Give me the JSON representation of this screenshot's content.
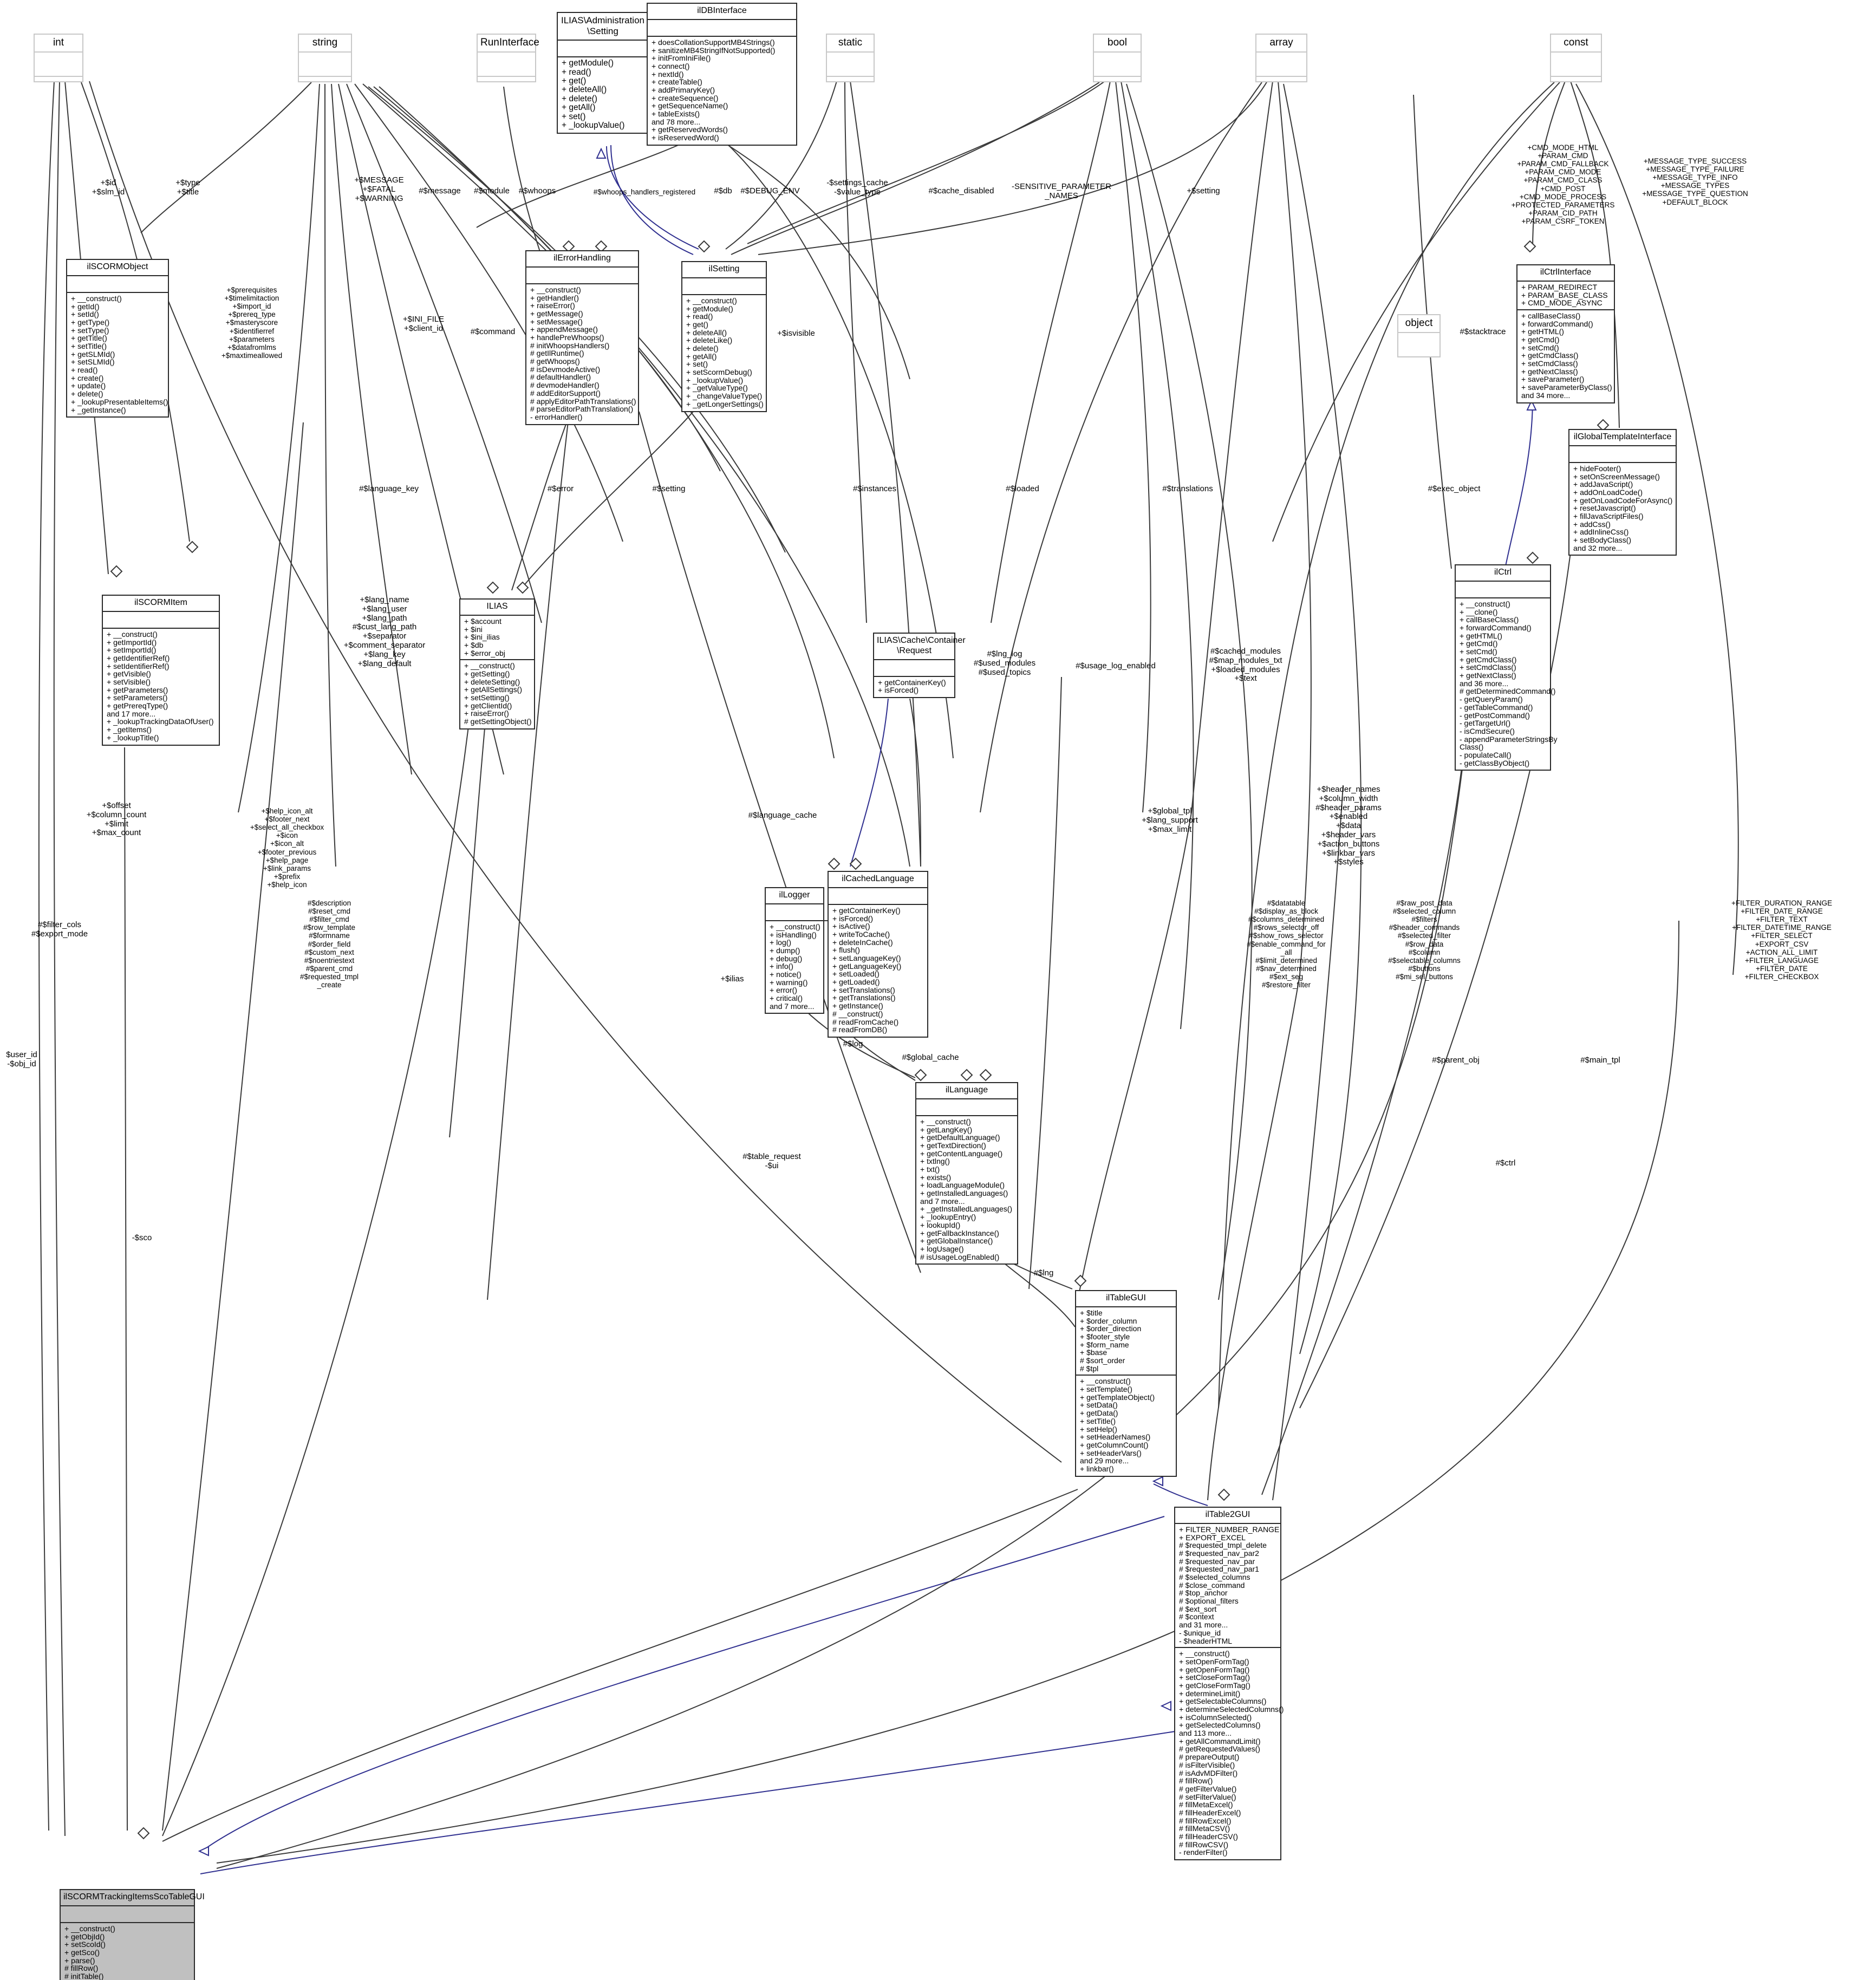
{
  "diagram": {
    "kind": "uml-class-collaboration-diagram",
    "root_class": "ilSCORMTrackingItemsScoTableGUI",
    "colors": {
      "box_border": "#2b2b2b",
      "primitive_box_border": "#c8c8c8",
      "root_fill": "#c0c0c0",
      "inheritance_edge": "#2f2f8f",
      "usage_edge": "#404040",
      "text": "#000000"
    }
  },
  "nodes": {
    "int": {
      "title": "int",
      "attrs": [],
      "ops": []
    },
    "string": {
      "title": "string",
      "attrs": [],
      "ops": []
    },
    "static": {
      "title": "static",
      "attrs": [],
      "ops": []
    },
    "bool": {
      "title": "bool",
      "attrs": [],
      "ops": []
    },
    "array": {
      "title": "array",
      "attrs": [],
      "ops": []
    },
    "const": {
      "title": "const",
      "attrs": [],
      "ops": []
    },
    "object": {
      "title": "object",
      "attrs": [],
      "ops": []
    },
    "runinterface": {
      "title": "RunInterface",
      "attrs": [],
      "ops": []
    },
    "ilias_admin_setting": {
      "title": "ILIAS\\Administration\n\\Setting",
      "attrs": [],
      "ops": [
        "+ getModule()",
        "+ read()",
        "+ get()",
        "+ deleteAll()",
        "+ delete()",
        "+ getAll()",
        "+ set()",
        "+ _lookupValue()"
      ]
    },
    "ildbinterface": {
      "title": "ilDBInterface",
      "attrs": [],
      "ops": [
        "+ doesCollationSupportMB4Strings()",
        "+ sanitizeMB4StringIfNotSupported()",
        "+ initFromIniFile()",
        "+ connect()",
        "+ nextId()",
        "+ createTable()",
        "+ addPrimaryKey()",
        "+ createSequence()",
        "+ getSequenceName()",
        "+ tableExists()",
        "and 78 more...",
        "+ getReservedWords()",
        "+ isReservedWord()"
      ]
    },
    "ilerrorhandling": {
      "title": "ilErrorHandling",
      "attrs": [],
      "ops": [
        "+ __construct()",
        "+ getHandler()",
        "+ raiseError()",
        "+ getMessage()",
        "+ setMessage()",
        "+ appendMessage()",
        "+ handlePreWhoops()",
        "# initWhoopsHandlers()",
        "# getIlRuntime()",
        "# getWhoops()",
        "# isDevmodeActive()",
        "# defaultHandler()",
        "# devmodeHandler()",
        "# addEditorSupport()",
        "# applyEditorPathTranslations()",
        "# parseEditorPathTranslation()",
        "- errorHandler()"
      ]
    },
    "ilsetting": {
      "title": "ilSetting",
      "attrs": [],
      "ops": [
        "+ __construct()",
        "+ getModule()",
        "+ read()",
        "+ get()",
        "+ deleteAll()",
        "+ deleteLike()",
        "+ delete()",
        "+ getAll()",
        "+ set()",
        "+ setScormDebug()",
        "+ _lookupValue()",
        "+ _getValueType()",
        "+ _changeValueType()",
        "+ _getLongerSettings()"
      ]
    },
    "ilscormobject": {
      "title": "ilSCORMObject",
      "attrs": [],
      "ops": [
        "+ __construct()",
        "+ getId()",
        "+ setId()",
        "+ getType()",
        "+ setType()",
        "+ getTitle()",
        "+ setTitle()",
        "+ getSLMId()",
        "+ setSLMId()",
        "+ read()",
        "+ create()",
        "+ update()",
        "+ delete()",
        "+ _lookupPresentableItems()",
        "+ _getInstance()"
      ]
    },
    "ilscormitem": {
      "title": "ilSCORMItem",
      "attrs": [],
      "ops": [
        "+ __construct()",
        "+ getImportId()",
        "+ setImportId()",
        "+ getIdentifierRef()",
        "+ setIdentifierRef()",
        "+ getVisible()",
        "+ setVisible()",
        "+ getParameters()",
        "+ setParameters()",
        "+ getPrereqType()",
        "and 17 more...",
        "+ _lookupTrackingDataOfUser()",
        "+ _getItems()",
        "+ _lookupTitle()"
      ]
    },
    "ilias": {
      "title": "ILIAS",
      "attrs": [
        "+ $account",
        "+ $ini",
        "+ $ini_ilias",
        "+ $db",
        "+ $error_obj"
      ],
      "ops": [
        "+ __construct()",
        "+ getSetting()",
        "+ deleteSetting()",
        "+ getAllSettings()",
        "+ setSetting()",
        "+ getClientId()",
        "+ raiseError()",
        "# getSettingObject()"
      ]
    },
    "ilias_cache_container_request": {
      "title": "ILIAS\\Cache\\Container\n\\Request",
      "attrs": [],
      "ops": [
        "+ getContainerKey()",
        "+ isForced()"
      ]
    },
    "ilctrlinterface": {
      "title": "ilCtrlInterface",
      "attrs": [
        "+ PARAM_REDIRECT",
        "+ PARAM_BASE_CLASS",
        "+ CMD_MODE_ASYNC"
      ],
      "ops": [
        "+ callBaseClass()",
        "+ forwardCommand()",
        "+ getHTML()",
        "+ getCmd()",
        "+ setCmd()",
        "+ getCmdClass()",
        "+ setCmdClass()",
        "+ getNextClass()",
        "+ saveParameter()",
        "+ saveParameterByClass()",
        "and 34 more..."
      ]
    },
    "ilglobaltemplateinterface": {
      "title": "ilGlobalTemplateInterface",
      "attrs": [],
      "ops": [
        "+ hideFooter()",
        "+ setOnScreenMessage()",
        "+ addJavaScript()",
        "+ addOnLoadCode()",
        "+ getOnLoadCodeForAsync()",
        "+ resetJavascript()",
        "+ fillJavaScriptFiles()",
        "+ addCss()",
        "+ addInlineCss()",
        "+ setBodyClass()",
        "and 32 more..."
      ]
    },
    "ilctrl": {
      "title": "ilCtrl",
      "attrs": [],
      "ops": [
        "+ __construct()",
        "+ __clone()",
        "+ callBaseClass()",
        "+ forwardCommand()",
        "+ getHTML()",
        "+ getCmd()",
        "+ setCmd()",
        "+ getCmdClass()",
        "+ setCmdClass()",
        "+ getNextClass()",
        "and 36 more...",
        "# getDeterminedCommand()",
        "- getQueryParam()",
        "- getTableCommand()",
        "- getPostCommand()",
        "- getTargetUrl()",
        "- isCmdSecure()",
        "- appendParameterStringsBy",
        "Class()",
        "- populateCall()",
        "- getClassByObject()"
      ]
    },
    "illogger": {
      "title": "ilLogger",
      "attrs": [],
      "ops": [
        "+ __construct()",
        "+ isHandling()",
        "+ log()",
        "+ dump()",
        "+ debug()",
        "+ info()",
        "+ notice()",
        "+ warning()",
        "+ error()",
        "+ critical()",
        "and 7 more..."
      ]
    },
    "ilcachedlanguage": {
      "title": "ilCachedLanguage",
      "attrs": [],
      "ops": [
        "+ getContainerKey()",
        "+ isForced()",
        "+ isActive()",
        "+ writeToCache()",
        "+ deleteInCache()",
        "+ flush()",
        "+ setLanguageKey()",
        "+ getLanguageKey()",
        "+ setLoaded()",
        "+ getLoaded()",
        "+ setTranslations()",
        "+ getTranslations()",
        "+ getInstance()",
        "# __construct()",
        "# readFromCache()",
        "# readFromDB()"
      ]
    },
    "illanguage": {
      "title": "ilLanguage",
      "attrs": [],
      "ops": [
        "+ __construct()",
        "+ getLangKey()",
        "+ getDefaultLanguage()",
        "+ getTextDirection()",
        "+ getContentLanguage()",
        "+ txtlng()",
        "+ txt()",
        "+ exists()",
        "+ loadLanguageModule()",
        "+ getInstalledLanguages()",
        "and 7 more...",
        "+ _getInstalledLanguages()",
        "+ _lookupEntry()",
        "+ lookupId()",
        "+ getFallbackInstance()",
        "+ getGlobalInstance()",
        "+ logUsage()",
        "# isUsageLogEnabled()"
      ]
    },
    "iltablegui": {
      "title": "ilTableGUI",
      "attrs": [
        "+ $title",
        "+ $order_column",
        "+ $order_direction",
        "+ $footer_style",
        "+ $form_name",
        "+ $base",
        "# $sort_order",
        "# $tpl"
      ],
      "ops": [
        "+ __construct()",
        "+ setTemplate()",
        "+ getTemplateObject()",
        "+ setData()",
        "+ getData()",
        "+ setTitle()",
        "+ setHelp()",
        "+ setHeaderNames()",
        "+ getColumnCount()",
        "+ setHeaderVars()",
        "and 29 more...",
        "+ linkbar()"
      ]
    },
    "iltable2gui": {
      "title": "ilTable2GUI",
      "attrs": [
        "+ FILTER_NUMBER_RANGE",
        "+ EXPORT_EXCEL",
        "# $requested_tmpl_delete",
        "# $requested_nav_par2",
        "# $requested_nav_par",
        "# $requested_nav_par1",
        "# $selected_columns",
        "# $close_command",
        "# $top_anchor",
        "# $optional_filters",
        "# $ext_sort",
        "# $context",
        "and 31 more...",
        "- $unique_id",
        "- $headerHTML"
      ],
      "ops": [
        "+ __construct()",
        "+ setOpenFormTag()",
        "+ getOpenFormTag()",
        "+ setCloseFormTag()",
        "+ getCloseFormTag()",
        "+ determineLimit()",
        "+ getSelectableColumns()",
        "+ determineSelectedColumns()",
        "+ isColumnSelected()",
        "+ getSelectedColumns()",
        "and 113 more...",
        "+ getAllCommandLimit()",
        "# getRequestedValues()",
        "# prepareOutput()",
        "# isFilterVisible()",
        "# isAdvMDFilter()",
        "# fillRow()",
        "# getFilterValue()",
        "# setFilterValue()",
        "# fillMetaExcel()",
        "# fillHeaderExcel()",
        "# fillRowExcel()",
        "# fillMetaCSV()",
        "# fillHeaderCSV()",
        "# fillRowCSV()",
        "- renderFilter()"
      ]
    },
    "ilscormtrackingitemsscotablegui": {
      "title": "ilSCORMTrackingItemsScoTableGUI",
      "attrs": [],
      "ops": [
        "+ __construct()",
        "+ getObjId()",
        "+ setScoId()",
        "+ getSco()",
        "+ parse()",
        "# fillRow()",
        "# initTable()"
      ]
    }
  },
  "edge_labels": [
    {
      "id": "l-id-slmid",
      "text": "+$id\n+$slm_id"
    },
    {
      "id": "l-type-title",
      "text": "+$type\n+$title"
    },
    {
      "id": "l-message-fatal",
      "text": "+$MESSAGE\n+$FATAL\n+$WARNING"
    },
    {
      "id": "l-message",
      "text": "#$message"
    },
    {
      "id": "l-module",
      "text": "#$module"
    },
    {
      "id": "l-whoops",
      "text": "#$whoops"
    },
    {
      "id": "l-whoops-handlers",
      "text": "#$whoops_handlers_registered"
    },
    {
      "id": "l-db",
      "text": "#$db"
    },
    {
      "id": "l-debug-env",
      "text": "#$DEBUG_ENV"
    },
    {
      "id": "l-settings-cache",
      "text": "-$settings_cache\n-$value_type"
    },
    {
      "id": "l-cache-disabled",
      "text": "#$cache_disabled"
    },
    {
      "id": "l-sensitive",
      "text": "-SENSITIVE_PARAMETER\n_NAMES"
    },
    {
      "id": "l-setting",
      "text": "+$setting"
    },
    {
      "id": "l-cmd-mode-html",
      "text": "+CMD_MODE_HTML\n+PARAM_CMD\n+PARAM_CMD_FALLBACK\n+PARAM_CMD_MODE\n+PARAM_CMD_CLASS\n+CMD_POST\n+CMD_MODE_PROCESS\n+PROTECTED_PARAMETERS\n+PARAM_CID_PATH\n+PARAM_CSRF_TOKEN"
    },
    {
      "id": "l-message-types",
      "text": "+MESSAGE_TYPE_SUCCESS\n+MESSAGE_TYPE_FAILURE\n+MESSAGE_TYPE_INFO\n+MESSAGE_TYPES\n+MESSAGE_TYPE_QUESTION\n+DEFAULT_BLOCK"
    },
    {
      "id": "l-prerequisites",
      "text": "+$prerequisites\n+$timelimitaction\n+$import_id\n+$prereq_type\n+$masteryscore\n+$identifierref\n+$parameters\n+$datafromlms\n+$maxtimeallowed"
    },
    {
      "id": "l-ini-file",
      "text": "+$INI_FILE\n+$client_id"
    },
    {
      "id": "l-command",
      "text": "#$command"
    },
    {
      "id": "l-invisible",
      "text": "+$isvisible"
    },
    {
      "id": "l-stacktrace",
      "text": "#$stacktrace"
    },
    {
      "id": "l-language-key",
      "text": "#$language_key"
    },
    {
      "id": "l-error",
      "text": "#$error"
    },
    {
      "id": "l-setting2",
      "text": "#$setting"
    },
    {
      "id": "l-instances",
      "text": "#$instances"
    },
    {
      "id": "l-loaded",
      "text": "#$loaded"
    },
    {
      "id": "l-translations",
      "text": "#$translations"
    },
    {
      "id": "l-exec-object",
      "text": "#$exec_object"
    },
    {
      "id": "l-lang-name",
      "text": "+$lang_name\n+$lang_user\n+$lang_path\n#$cust_lang_path\n+$separator\n+$comment_separator\n+$lang_key\n+$lang_default"
    },
    {
      "id": "l-lng-log",
      "text": "#$lng_log\n#$used_modules\n#$used_topics"
    },
    {
      "id": "l-usage-log",
      "text": "#$usage_log_enabled"
    },
    {
      "id": "l-cached-modules",
      "text": "#$cached_modules\n#$map_modules_txt\n+$loaded_modules\n+$text"
    },
    {
      "id": "l-header-names",
      "text": "+$header_names\n+$column_width\n#$header_params\n+$enabled\n+$data\n+$header_vars\n+$action_buttons\n+$linkbar_vars\n+$styles"
    },
    {
      "id": "l-global-tpl",
      "text": "+$global_tpl\n+$lang_support\n+$max_limit"
    },
    {
      "id": "l-offset",
      "text": "+$offset\n+$column_count\n+$limit\n+$max_count"
    },
    {
      "id": "l-help-icon",
      "text": "+$help_icon_alt\n+$footer_next\n+$select_all_checkbox\n+$icon\n+$icon_alt\n+$footer_previous\n+$help_page\n+$link_params\n+$prefix\n+$help_icon"
    },
    {
      "id": "l-language-cache",
      "text": "#$language_cache"
    },
    {
      "id": "l-description",
      "text": "#$description\n#$reset_cmd\n#$filter_cmd\n#$row_template\n#$formname\n#$order_field\n#$custom_next\n#$noentriestext\n#$parent_cmd\n#$requested_tmpl\n_create"
    },
    {
      "id": "l-datatable",
      "text": "#$datatable\n#$display_as_block\n#$columns_determined\n#$rows_selector_off\n#$show_rows_selector\n#$enable_command_for\n_all\n#$limit_determined\n#$nav_determined\n#$ext_seg\n#$restore_filter"
    },
    {
      "id": "l-raw-post",
      "text": "#$raw_post_data\n#$selected_column\n#$filters\n#$header_commands\n#$selected_filter\n#$row_data\n#$column\n#$selectable_columns\n#$buttons\n#$mi_sel_buttons"
    },
    {
      "id": "l-filter-duration",
      "text": "+FILTER_DURATION_RANGE\n+FILTER_DATE_RANGE\n+FILTER_TEXT\n+FILTER_DATETIME_RANGE\n+FILTER_SELECT\n+EXPORT_CSV\n+ACTION_ALL_LIMIT\n+FILTER_LANGUAGE\n+FILTER_DATE\n+FILTER_CHECKBOX"
    },
    {
      "id": "l-ilias-var",
      "text": "+$ilias"
    },
    {
      "id": "l-log",
      "text": "#$log"
    },
    {
      "id": "l-global-cache",
      "text": "#$global_cache"
    },
    {
      "id": "l-lng",
      "text": "#$lng"
    },
    {
      "id": "l-table-request",
      "text": "#$table_request\n-$ui"
    },
    {
      "id": "l-parent-obj",
      "text": "#$parent_obj"
    },
    {
      "id": "l-main-tpl",
      "text": "#$main_tpl"
    },
    {
      "id": "l-ctrl",
      "text": "#$ctrl"
    },
    {
      "id": "l-filter-cols",
      "text": "#$filter_cols\n#$export_mode"
    },
    {
      "id": "l-user-id",
      "text": "$user_id\n-$obj_id"
    },
    {
      "id": "l-sco",
      "text": "-$sco"
    }
  ]
}
